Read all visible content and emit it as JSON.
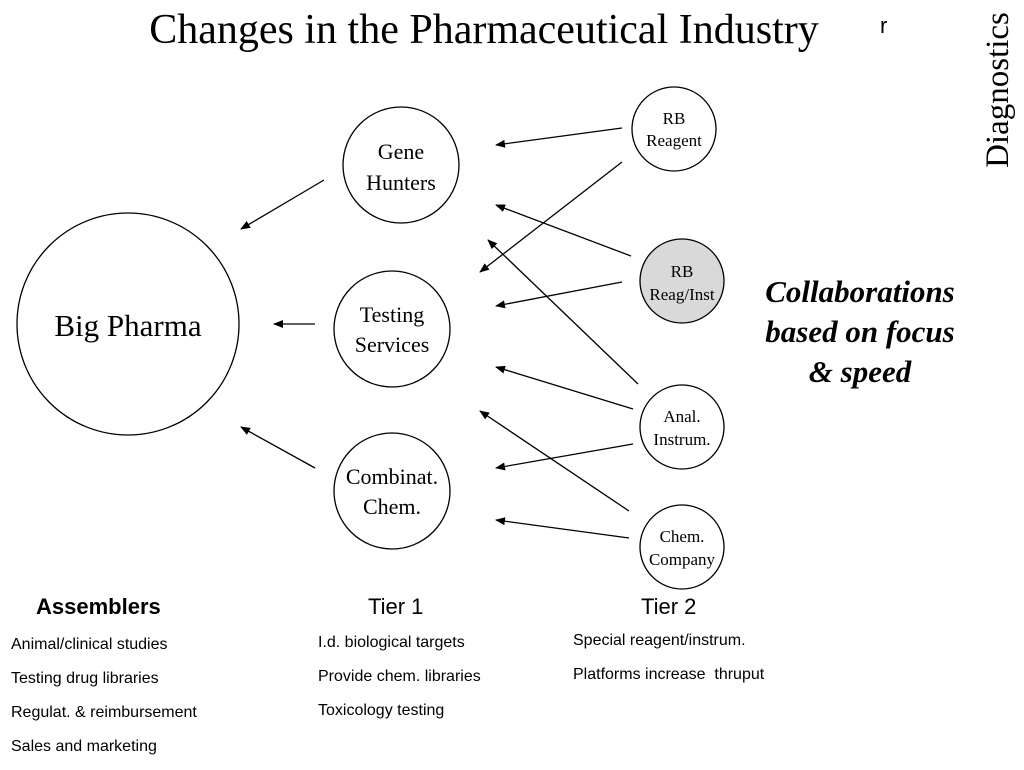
{
  "title": "Changes in the Pharmaceutical Industry",
  "title_stray_mark": "r",
  "vertical_label": "Diagnostics",
  "nodes": {
    "big_pharma": "Big Pharma",
    "gene_hunters": [
      "Gene",
      "Hunters"
    ],
    "testing_services": [
      "Testing",
      "Services"
    ],
    "combinat_chem": [
      "Combinat.",
      "Chem."
    ],
    "rb_reagent": [
      "RB",
      "Reagent"
    ],
    "rb_reag_inst": [
      "RB",
      "Reag/Inst"
    ],
    "anal_instrum": [
      "Anal.",
      "Instrum."
    ],
    "chem_company": [
      "Chem.",
      "Company"
    ]
  },
  "colors": {
    "highlighted_node_fill": "#d9d9d9",
    "node_fill": "#ffffff",
    "stroke": "#000000"
  },
  "collaborations_text": [
    "Collaborations",
    "based on focus",
    "& speed"
  ],
  "columns": {
    "assemblers": {
      "heading": "Assemblers",
      "items": [
        "Animal/clinical studies",
        "Testing drug libraries",
        "Regulat. & reimbursement",
        "Sales and marketing"
      ]
    },
    "tier1": {
      "heading": "Tier 1",
      "items": [
        "I.d. biological targets",
        "Provide chem. libraries",
        "Toxicology testing"
      ]
    },
    "tier2": {
      "heading": "Tier 2",
      "items": [
        "Special reagent/instrum.",
        "Platforms increase  thruput"
      ]
    }
  }
}
